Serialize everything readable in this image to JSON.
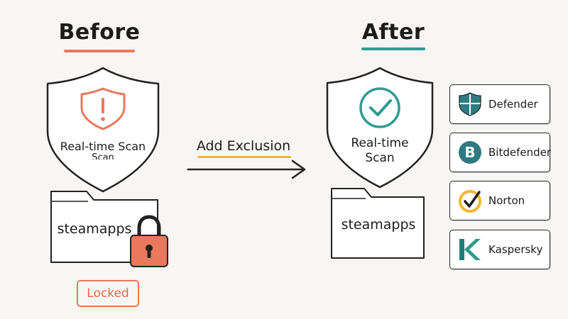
{
  "before": {
    "heading": "Before",
    "underline_color": "#e8795c",
    "shield_label": "Real-time Scan",
    "shield_label_clipped": "Scan",
    "shield_icon": "warning-circle-icon",
    "folder_label": "steamapps",
    "lock_icon": "padlock-icon",
    "lock_color": "#e8795c",
    "badge": "Locked"
  },
  "arrow": {
    "label": "Add Exclusion",
    "underline_color": "#f2b731"
  },
  "after": {
    "heading": "After",
    "underline_color": "#2d9c91",
    "shield_label_line1": "Real-time",
    "shield_label_line2": "Scan",
    "shield_icon": "check-circle-icon",
    "check_color": "#2d9c91",
    "folder_label": "steamapps"
  },
  "antivirus": [
    {
      "name": "Defender",
      "icon": "defender-shield-icon",
      "color": "#2e7d82"
    },
    {
      "name": "Bitdefender",
      "icon": "bitdefender-b-icon",
      "color": "#2f7a80"
    },
    {
      "name": "Norton",
      "icon": "norton-check-icon",
      "color": "#f2b731"
    },
    {
      "name": "Kaspersky",
      "icon": "kaspersky-k-icon",
      "color": "#2e9a8a"
    }
  ]
}
